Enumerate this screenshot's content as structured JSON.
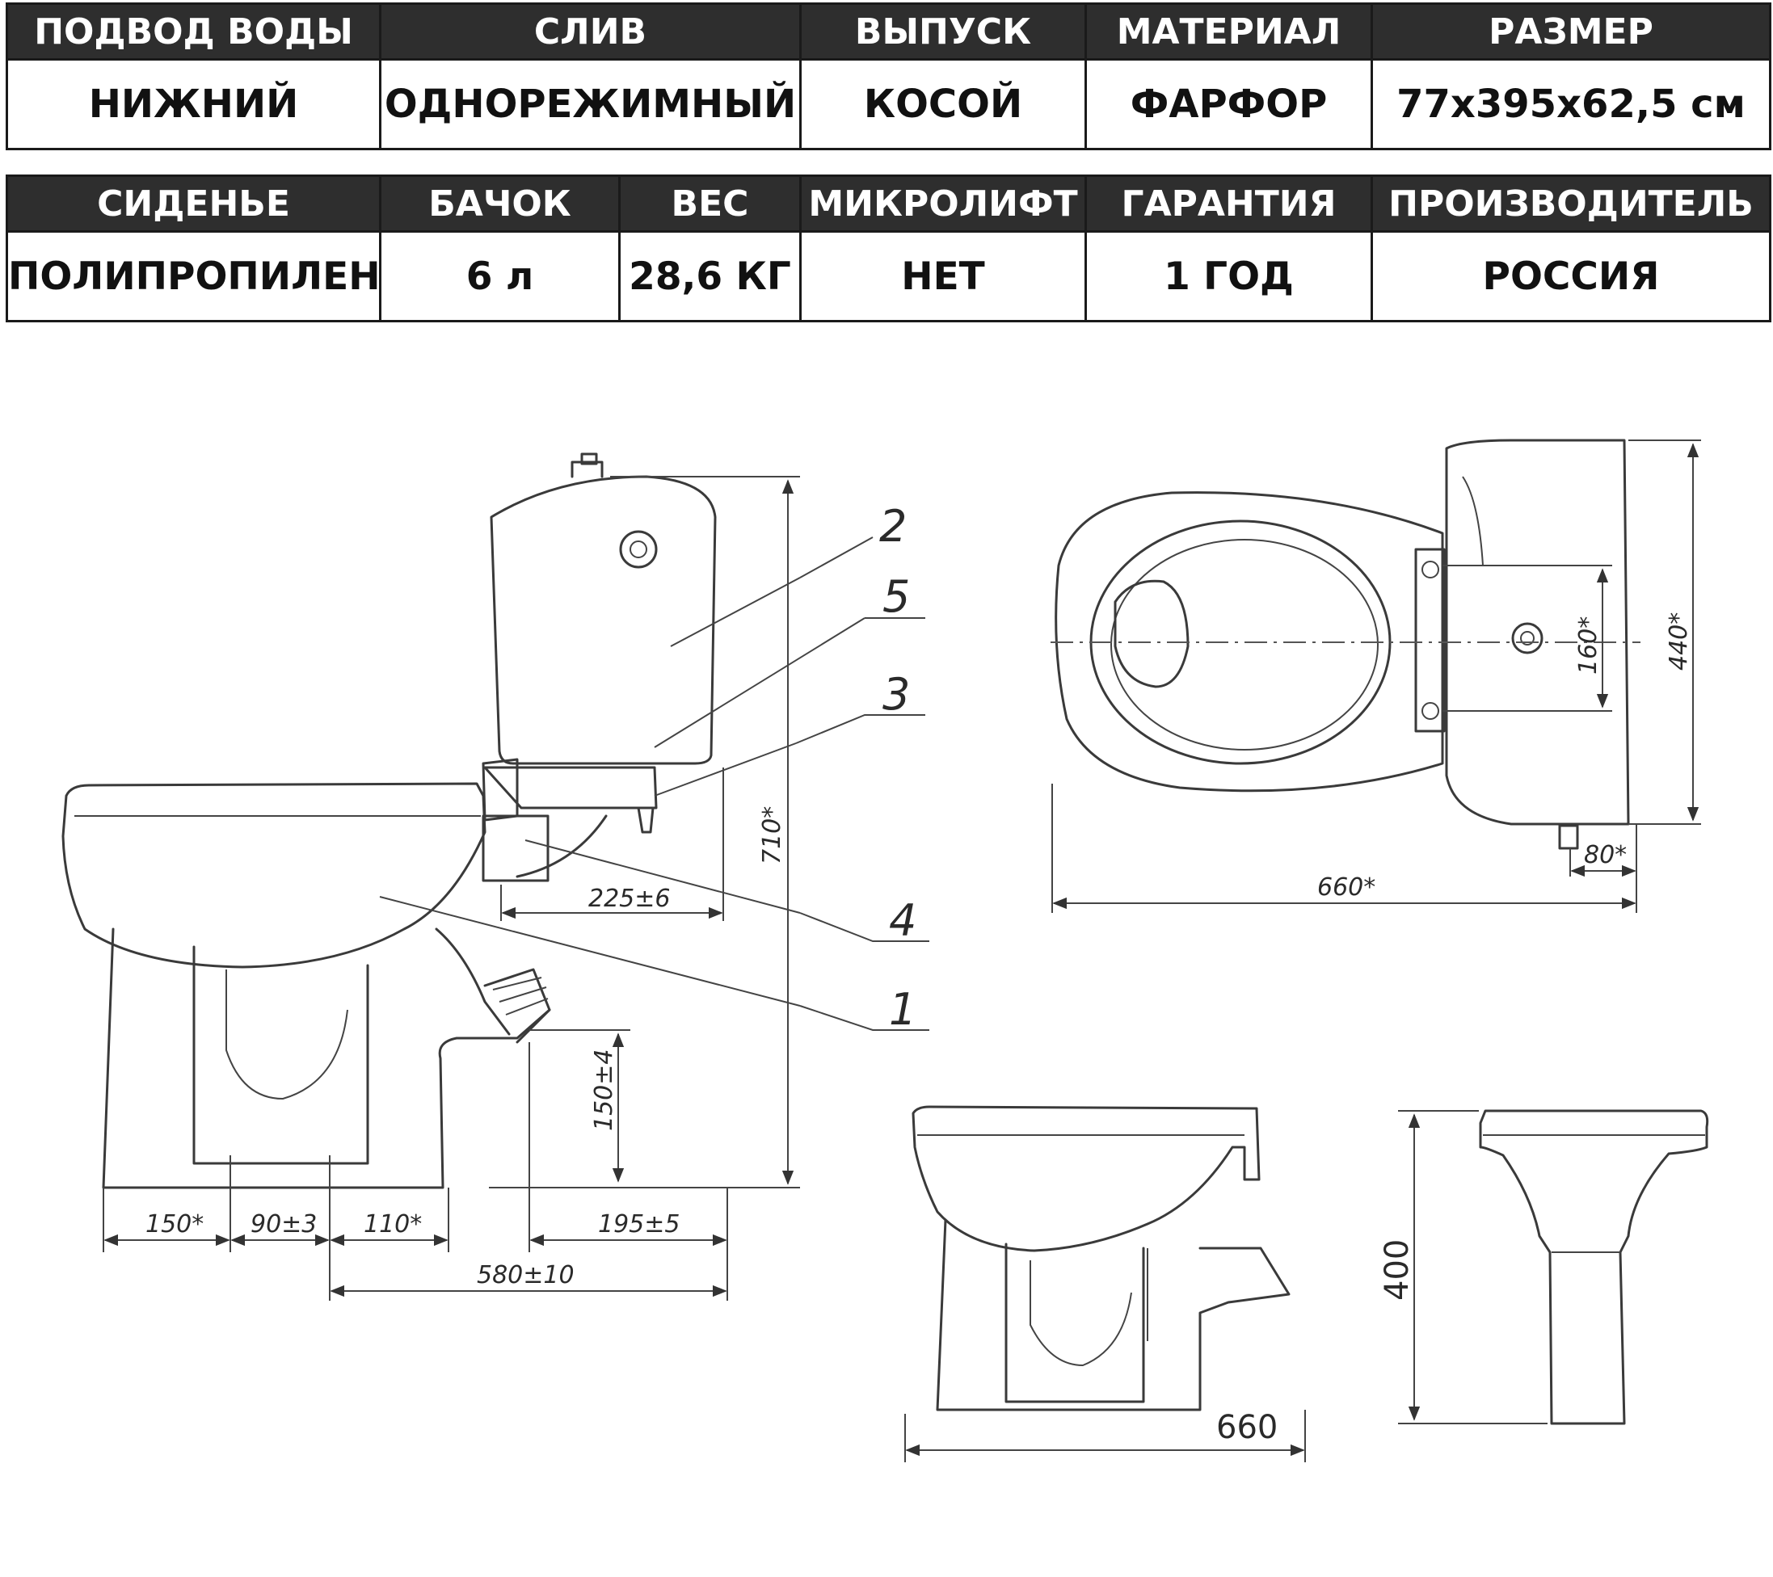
{
  "specs_top": {
    "headers": [
      "ПОДВОД ВОДЫ",
      "СЛИВ",
      "ВЫПУСК",
      "МАТЕРИАЛ",
      "РАЗМЕР"
    ],
    "values": [
      "НИЖНИЙ",
      "ОДНОРЕЖИМНЫЙ",
      "КОСОЙ",
      "ФАРФОР",
      "77х395х62,5 см"
    ]
  },
  "specs_bottom": {
    "headers": [
      "СИДЕНЬЕ",
      "БАЧОК",
      "ВЕС",
      "МИКРОЛИФТ",
      "ГАРАНТИЯ",
      "ПРОИЗВОДИТЕЛЬ"
    ],
    "values": [
      "ПОЛИПРОПИЛЕН",
      "6 л",
      "28,6 КГ",
      "НЕТ",
      "1 ГОД",
      "РОССИЯ"
    ]
  },
  "side_view": {
    "callouts": [
      "2",
      "5",
      "3",
      "4",
      "1"
    ],
    "dims": {
      "height": "710*",
      "tank_offset": "225±6",
      "outlet_height": "150±4",
      "front": "150*",
      "bolts": "90±3",
      "mid": "110*",
      "outlet_back": "195±5",
      "total": "580±10"
    }
  },
  "top_view": {
    "dims": {
      "length": "660*",
      "width": "440*",
      "holes": "160*",
      "inlet": "80*"
    }
  },
  "front_side_view": {
    "dims": {
      "length": "660"
    }
  },
  "front_view": {
    "dims": {
      "height": "400"
    }
  }
}
